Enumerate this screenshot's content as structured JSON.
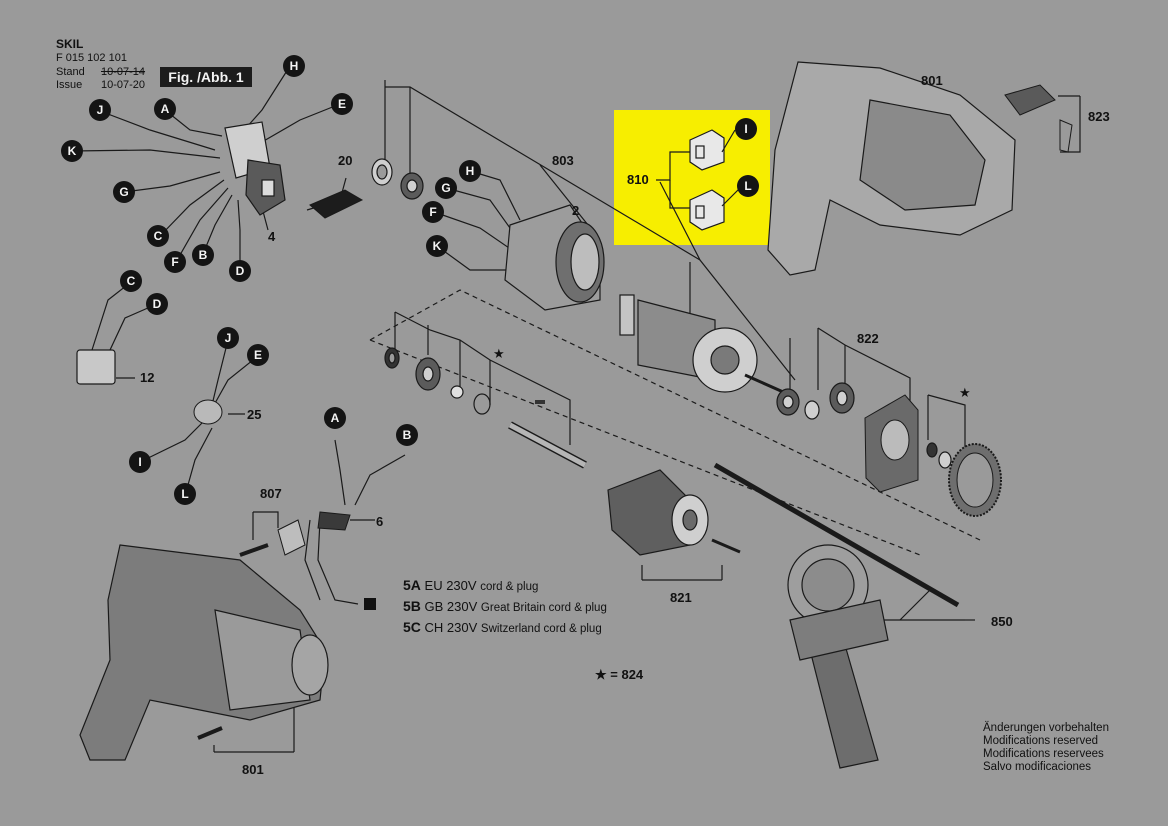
{
  "header": {
    "brand": "SKIL",
    "part_number": "F 015 102 101",
    "stand_label": "Stand",
    "stand_date": "10-07-14",
    "issue_label": "Issue",
    "issue_date": "10-07-20",
    "figure": "Fig. /Abb. 1"
  },
  "parts": {
    "p801_top": "801",
    "p823": "823",
    "p803": "803",
    "p810": "810",
    "p20": "20",
    "p2": "2",
    "p4": "4",
    "p12": "12",
    "p25": "25",
    "p822": "822",
    "p807": "807",
    "p6": "6",
    "p821": "821",
    "p850": "850",
    "p801_bottom": "801"
  },
  "callouts": {
    "h1": "H",
    "e1": "E",
    "a1": "A",
    "j1": "J",
    "k1": "K",
    "g1": "G",
    "c1": "C",
    "f1": "F",
    "b1": "B",
    "d1": "D",
    "c2": "C",
    "d2": "D",
    "j2": "J",
    "e2": "E",
    "i2": "I",
    "l2": "L",
    "h3": "H",
    "g3": "G",
    "f3": "F",
    "k3": "K",
    "i4": "I",
    "l4": "L",
    "a5": "A",
    "b5": "B"
  },
  "legend": [
    {
      "code": "5A",
      "spec": "EU 230V",
      "desc": "cord & plug"
    },
    {
      "code": "5B",
      "spec": "GB 230V",
      "desc": "Great Britain cord & plug"
    },
    {
      "code": "5C",
      "spec": "CH 230V",
      "desc": "Switzerland cord & plug"
    }
  ],
  "star_note": "★ = 824",
  "star_symbol": "★",
  "notes": [
    "Änderungen vorbehalten",
    "Modifications reserved",
    "Modifications reservees",
    "Salvo modificaciones"
  ],
  "colors": {
    "background": "#9a9a9a",
    "highlight": "#f7ee00",
    "callout": "#141414"
  }
}
